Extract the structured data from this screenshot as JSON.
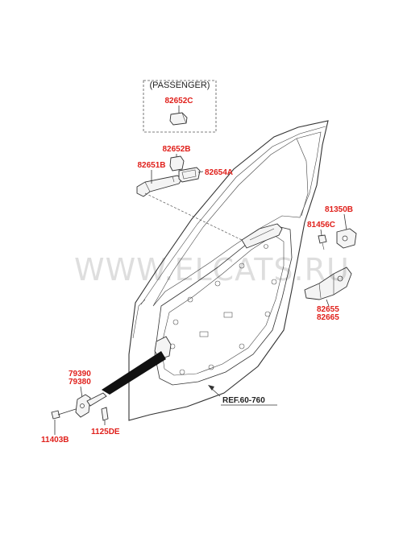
{
  "callouts": {
    "passenger": "(PASSENGER)",
    "p82652C": "82652C",
    "p82652B": "82652B",
    "p82651B": "82651B",
    "p82654A": "82654A",
    "p81350B": "81350B",
    "p81456C": "81456C",
    "p82655": "82655",
    "p82665": "82665",
    "p79390": "79390",
    "p79380": "79380",
    "p11403B": "11403B",
    "p1125DE": "1125DE",
    "ref": "REF.60-760"
  },
  "watermark": "WWW.ELCATS.RU",
  "colors": {
    "callout": "#e0201b",
    "line": "#333333"
  }
}
